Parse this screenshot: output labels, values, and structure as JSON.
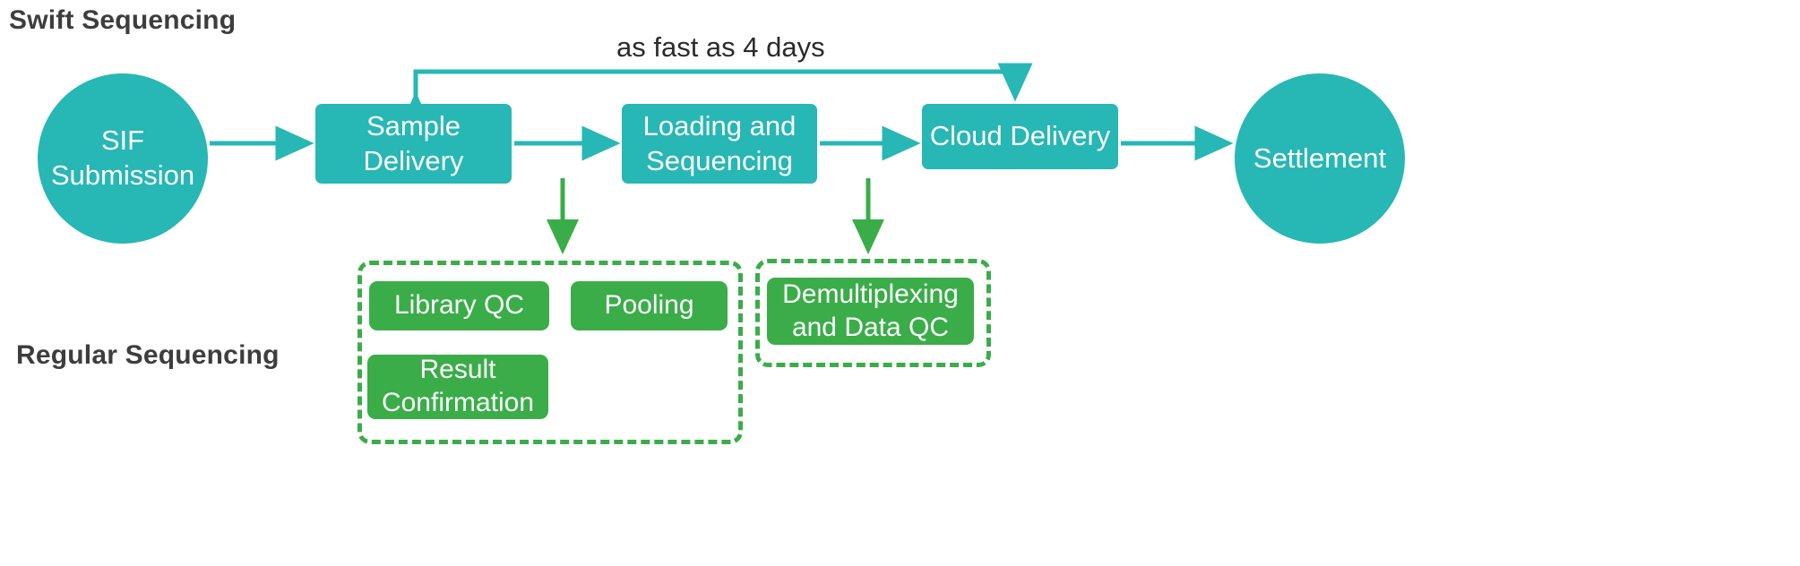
{
  "diagram": {
    "title_swift": "Swift Sequencing",
    "title_regular": "Regular Sequencing",
    "caption_fast": "as fast as 4 days",
    "colors": {
      "teal": "#27b7b4",
      "green": "#3aad49",
      "heading_text": "#3d3d3d",
      "caption_text": "#2b2b2b",
      "node_text": "#ffffff",
      "background": "#ffffff"
    }
  },
  "swift_flow": {
    "nodes": [
      {
        "id": "sif-submission",
        "label": "SIF\nSubmission",
        "shape": "circle",
        "color": "teal"
      },
      {
        "id": "sample-delivery",
        "label": "Sample\nDelivery",
        "shape": "rounded-rect",
        "color": "teal"
      },
      {
        "id": "loading-sequencing",
        "label": "Loading and\nSequencing",
        "shape": "rounded-rect",
        "color": "teal"
      },
      {
        "id": "cloud-delivery",
        "label": "Cloud Delivery",
        "shape": "rounded-rect",
        "color": "teal"
      },
      {
        "id": "settlement",
        "label": "Settlement",
        "shape": "circle",
        "color": "teal"
      }
    ],
    "node_labels": {
      "sif_line1": "SIF",
      "sif_line2": "Submission",
      "sample_line1": "Sample",
      "sample_line2": "Delivery",
      "loading_line1": "Loading and",
      "loading_line2": "Sequencing",
      "cloud": "Cloud Delivery",
      "settlement": "Settlement"
    },
    "edges": [
      {
        "from": "sif-submission",
        "to": "sample-delivery",
        "style": "arrow"
      },
      {
        "from": "sample-delivery",
        "to": "loading-sequencing",
        "style": "arrow"
      },
      {
        "from": "loading-sequencing",
        "to": "cloud-delivery",
        "style": "arrow"
      },
      {
        "from": "cloud-delivery",
        "to": "settlement",
        "style": "arrow"
      }
    ],
    "span_annotation": {
      "label": "as fast as 4 days",
      "from": "sample-delivery",
      "to": "cloud-delivery",
      "style": "double-headed-bracket"
    }
  },
  "regular_flow": {
    "group_regular": {
      "border": "dashed",
      "color": "#3aad49",
      "items": [
        {
          "id": "library-qc",
          "label": "Library QC"
        },
        {
          "id": "pooling",
          "label": "Pooling"
        },
        {
          "id": "result-confirmation",
          "label": "Result\nConfirmation"
        }
      ],
      "item_labels": {
        "library_qc": "Library QC",
        "pooling": "Pooling",
        "result_line1": "Result",
        "result_line2": "Confirmation"
      }
    },
    "group_demux": {
      "border": "dashed",
      "color": "#3aad49",
      "items": [
        {
          "id": "demultiplexing-data-qc",
          "label": "Demultiplexing\nand Data QC"
        }
      ],
      "item_labels": {
        "demux_line1": "Demultiplexing",
        "demux_line2": "and Data QC"
      }
    },
    "edges": [
      {
        "from": "sample-delivery",
        "to": "group-regular",
        "style": "down-arrow",
        "color": "#3aad49"
      },
      {
        "from": "loading-sequencing",
        "to": "group-demux",
        "style": "down-arrow",
        "color": "#3aad49"
      }
    ]
  }
}
